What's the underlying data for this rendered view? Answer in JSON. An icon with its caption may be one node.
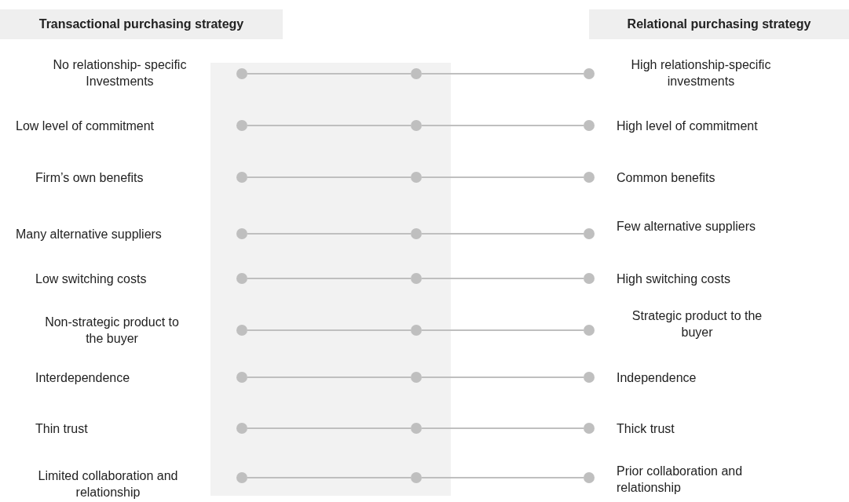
{
  "diagram": {
    "nodes": [
      {
        "text": [
          "Transactional purchasing strategy"
        ]
      },
      {
        "text": [
          "Relational purchasing strategy"
        ]
      },
      {
        "text": [],
        "shape": "circle"
      },
      {
        "text": [],
        "shape": "circle"
      },
      {
        "text": [],
        "shape": "circle"
      },
      {
        "text": [],
        "shape": "circle"
      },
      {
        "text": [],
        "shape": "circle"
      },
      {
        "text": [],
        "shape": "circle"
      },
      {
        "text": [],
        "shape": "circle"
      },
      {
        "text": [],
        "shape": "circle"
      },
      {
        "text": [],
        "shape": "circle"
      },
      {
        "text": [],
        "shape": "circle"
      },
      {
        "text": [],
        "shape": "circle"
      },
      {
        "text": [],
        "shape": "circle"
      },
      {
        "text": [],
        "shape": "circle"
      },
      {
        "text": [],
        "shape": "circle"
      },
      {
        "text": [],
        "shape": "circle"
      },
      {
        "text": [],
        "shape": "circle"
      },
      {
        "text": [],
        "shape": "circle"
      },
      {
        "text": [],
        "shape": "circle"
      },
      {
        "text": [],
        "shape": "circle"
      },
      {
        "text": [],
        "shape": "circle"
      },
      {
        "text": [],
        "shape": "circle"
      },
      {
        "text": [],
        "shape": "circle"
      },
      {
        "text": [],
        "shape": "circle"
      },
      {
        "text": [],
        "shape": "circle"
      },
      {
        "text": [],
        "shape": "circle"
      },
      {
        "text": [],
        "shape": "circle"
      },
      {
        "text": [],
        "shape": "circle"
      }
    ],
    "edges": [
      {
        "from": 2,
        "to": 3,
        "arrow": "none"
      },
      {
        "from": 3,
        "to": 4,
        "arrow": "none"
      },
      {
        "from": 5,
        "to": 6,
        "arrow": "none"
      },
      {
        "from": 6,
        "to": 7,
        "arrow": "none"
      },
      {
        "from": 8,
        "to": 9,
        "arrow": "none"
      },
      {
        "from": 9,
        "to": 10,
        "arrow": "none"
      },
      {
        "from": 11,
        "to": 12,
        "arrow": "none"
      },
      {
        "from": 12,
        "to": 13,
        "arrow": "none"
      },
      {
        "from": 14,
        "to": 15,
        "arrow": "none"
      },
      {
        "from": 15,
        "to": 16,
        "arrow": "none"
      },
      {
        "from": 17,
        "to": 18,
        "arrow": "none"
      },
      {
        "from": 18,
        "to": 19,
        "arrow": "none"
      },
      {
        "from": 20,
        "to": 21,
        "arrow": "none"
      },
      {
        "from": 21,
        "to": 22,
        "arrow": "none"
      },
      {
        "from": 23,
        "to": 24,
        "arrow": "none"
      },
      {
        "from": 24,
        "to": 25,
        "arrow": "none"
      },
      {
        "from": 26,
        "to": 27,
        "arrow": "none"
      },
      {
        "from": 27,
        "to": 28,
        "arrow": "none"
      }
    ],
    "labels": [
      "No relationship- specific Investments",
      "High relationship-specific investments",
      "Low level of commitment",
      "High level of commitment",
      "Firm’s own benefits",
      "Common benefits",
      "Many alternative suppliers",
      "Few alternative suppliers",
      "Low switching costs",
      "High switching costs",
      "Non-strategic product to the buyer",
      "Strategic product to the buyer",
      "Interdependence",
      "Independence",
      "Thin trust",
      "Thick trust",
      "Limited collaboration and relationship",
      "Prior collaboration and relationship"
    ]
  }
}
